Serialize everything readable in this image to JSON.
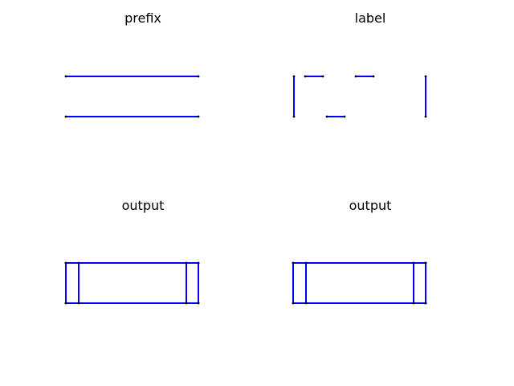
{
  "panels": [
    {
      "title": "prefix"
    },
    {
      "title": "label"
    },
    {
      "title": "output"
    },
    {
      "title": "output"
    }
  ],
  "colors": {
    "line": "#0000ff",
    "endpoint": "#000000",
    "title": "#000000",
    "background": "#ffffff"
  }
}
